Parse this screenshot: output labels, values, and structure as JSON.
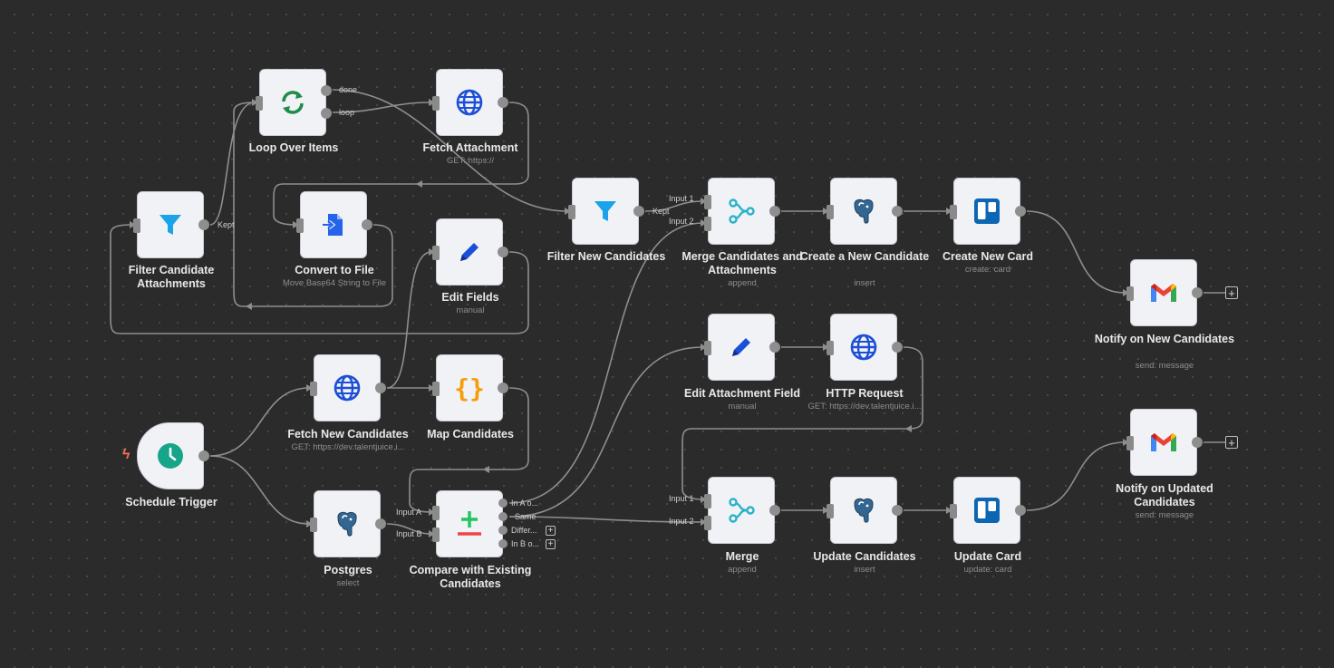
{
  "nodes": {
    "loop": {
      "label": "Loop Over Items",
      "out_done": "done",
      "out_loop": "loop"
    },
    "fetch_attachment": {
      "label": "Fetch Attachment",
      "sub": "GET: https://"
    },
    "filter_candidate_attachments": {
      "label": "Filter Candidate Attachments",
      "out": "Kept"
    },
    "convert_to_file": {
      "label": "Convert to File",
      "sub": "Move Base64 String to File"
    },
    "edit_fields": {
      "label": "Edit Fields",
      "sub": "manual"
    },
    "filter_new_candidates": {
      "label": "Filter New Candidates",
      "out": "Kept"
    },
    "merge_candidates": {
      "label": "Merge Candidates and Attachments",
      "sub": "append",
      "in1": "Input 1",
      "in2": "Input 2"
    },
    "create_candidate": {
      "label": "Create a New Candidate",
      "sub": "insert"
    },
    "create_card": {
      "label": "Create New Card",
      "sub": "create: card"
    },
    "notify_new": {
      "label": "Notify on New Candidates",
      "sub": "send: message"
    },
    "edit_attachment_field": {
      "label": "Edit Attachment Field",
      "sub": "manual"
    },
    "http_request": {
      "label": "HTTP Request",
      "sub": "GET: https://dev.talentjuice.i..."
    },
    "fetch_new_candidates": {
      "label": "Fetch New Candidates",
      "sub": "GET: https://dev.talentjuice.i..."
    },
    "map_candidates": {
      "label": "Map Candidates"
    },
    "schedule_trigger": {
      "label": "Schedule Trigger"
    },
    "postgres": {
      "label": "Postgres",
      "sub": "select"
    },
    "compare": {
      "label": "Compare with Existing Candidates",
      "in_a": "Input A",
      "in_b": "Input B",
      "out1": "In A o...",
      "out2": "Same",
      "out3": "Differ...",
      "out4": "In B o..."
    },
    "merge": {
      "label": "Merge",
      "sub": "append",
      "in1": "Input 1",
      "in2": "Input 2"
    },
    "update_candidates": {
      "label": "Update Candidates",
      "sub": "insert"
    },
    "update_card": {
      "label": "Update Card",
      "sub": "update: card"
    },
    "notify_updated": {
      "label": "Notify on Updated Candidates",
      "sub": "send: message"
    }
  },
  "icons": {
    "loop": "loop-arrows-icon",
    "globe": "globe-icon",
    "filter": "filter-funnel-icon",
    "file": "convert-file-icon",
    "pencil": "pencil-icon",
    "merge": "merge-branch-icon",
    "postgres": "postgres-elephant-icon",
    "trello": "trello-icon",
    "gmail": "gmail-icon",
    "code": "curly-braces-icon",
    "clock": "clock-icon",
    "compare": "plus-minus-icon"
  },
  "colors": {
    "canvas": "#2b2b2b",
    "node_bg": "#f1f2f6",
    "edge": "#8e8e8e",
    "accent_trigger": "#ff6d5a"
  },
  "add_button": "+"
}
